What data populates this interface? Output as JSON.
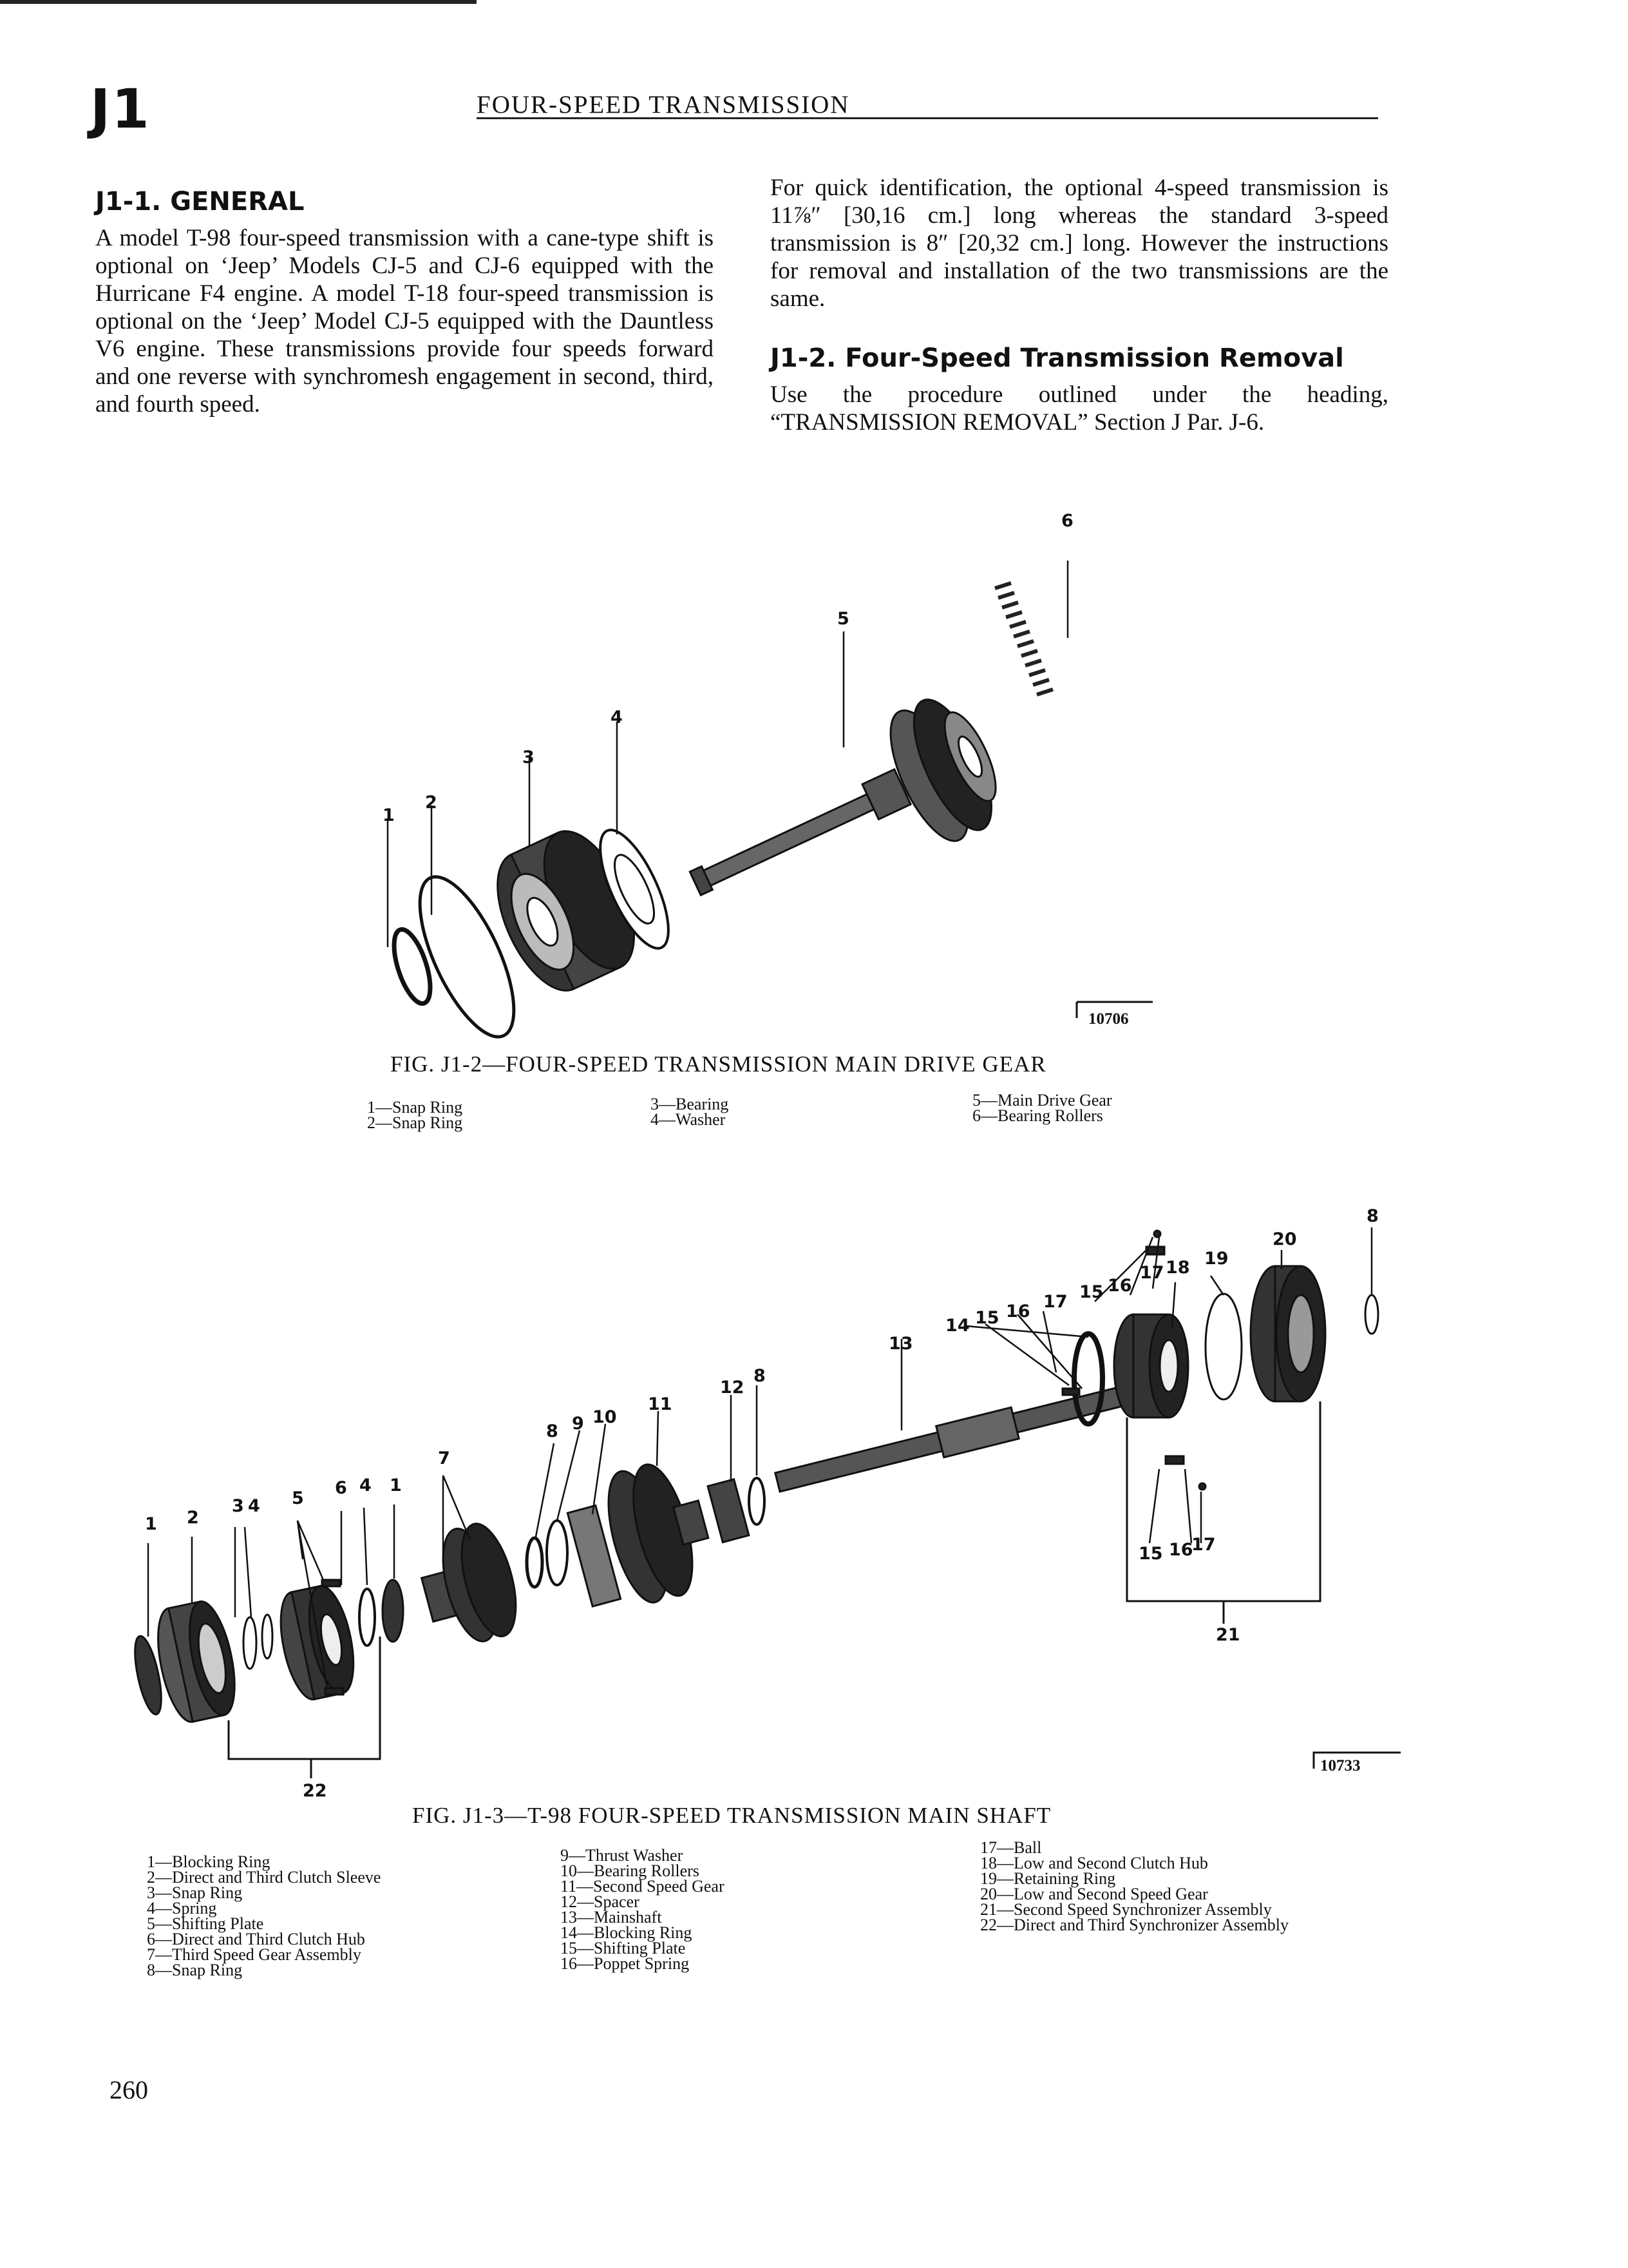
{
  "header": {
    "chapter": "J1",
    "title": "FOUR-SPEED TRANSMISSION"
  },
  "section1": {
    "heading": "J1-1. GENERAL",
    "text": "A model T-98 four-speed transmission with a cane-type shift is optional on ‘Jeep’ Models CJ-5 and CJ-6 equipped with the Hurricane F4 engine. A model T-18 four-speed transmission is optional on the ‘Jeep’ Model CJ-5 equipped with the Dauntless V6 engine. These transmissions provide four speeds forward and one reverse with synchromesh engagement in second, third, and fourth speed.",
    "text2": "For quick identification, the optional 4-speed transmission is 11⅞″ [30,16 cm.] long whereas the standard 3-speed transmission is 8″ [20,32 cm.] long. However the instructions for removal and installation of the two transmissions are the same."
  },
  "section2": {
    "heading": "J1-2. Four-Speed Transmission Removal",
    "text": "Use the procedure outlined under the heading, “TRANSMISSION REMOVAL” Section J Par. J-6."
  },
  "figure1": {
    "number": "10706",
    "caption": "FIG. J1-2—FOUR-SPEED TRANSMISSION MAIN DRIVE GEAR",
    "legend": [
      "1—Snap Ring",
      "2—Snap Ring",
      "3—Bearing",
      "4—Washer",
      "5—Main Drive Gear",
      "6—Bearing Rollers"
    ]
  },
  "figure2": {
    "number": "10733",
    "caption": "FIG. J1-3—T-98 FOUR-SPEED TRANSMISSION MAIN SHAFT",
    "legend": [
      "1—Blocking Ring",
      "2—Direct and Third Clutch Sleeve",
      "3—Snap Ring",
      "4—Spring",
      "5—Shifting Plate",
      "6—Direct and Third Clutch Hub",
      "7—Third Speed Gear Assembly",
      "8—Snap Ring",
      "9—Thrust Washer",
      "10—Bearing Rollers",
      "11—Second Speed Gear",
      "12—Spacer",
      "13—Mainshaft",
      "14—Blocking Ring",
      "15—Shifting Plate",
      "16—Poppet Spring",
      "17—Ball",
      "18—Low and Second Clutch Hub",
      "19—Retaining Ring",
      "20—Low and Second Speed Gear",
      "21—Second Speed Synchronizer Assembly",
      "22—Direct and Third Synchronizer Assembly"
    ]
  },
  "page_number": "260"
}
